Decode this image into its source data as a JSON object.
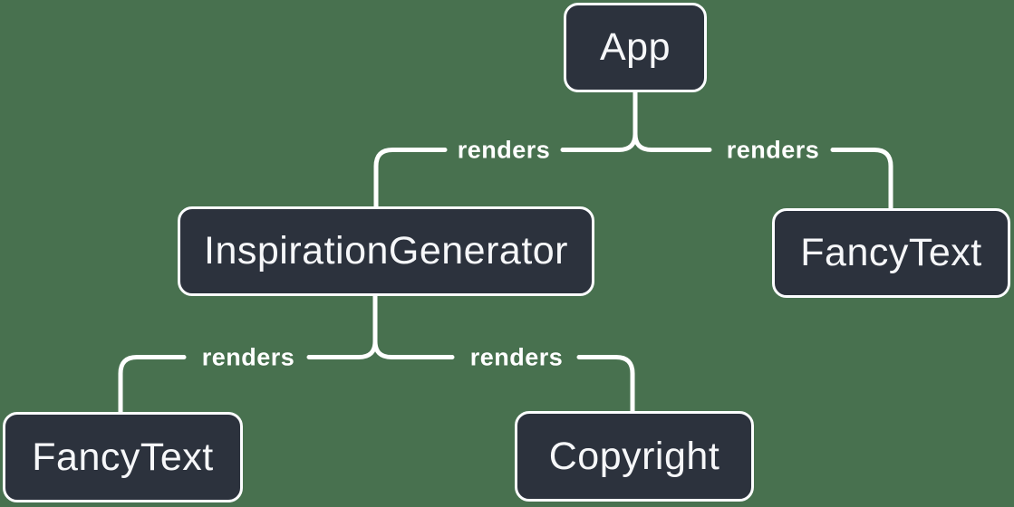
{
  "colors": {
    "background": "#48714F",
    "node_fill": "#2C323D",
    "node_border": "#FCFDFF",
    "wire": "#FFFFFF",
    "node_text": "#F6F7F9",
    "label_text": "#FFFFFF"
  },
  "diagram": {
    "type": "tree",
    "nodes": [
      {
        "id": "app",
        "label": "App"
      },
      {
        "id": "inspiration-generator",
        "label": "InspirationGenerator"
      },
      {
        "id": "fancy-text-top",
        "label": "FancyText"
      },
      {
        "id": "fancy-text-bottom",
        "label": "FancyText"
      },
      {
        "id": "copyright",
        "label": "Copyright"
      }
    ],
    "edges": [
      {
        "from": "App",
        "to": "InspirationGenerator",
        "label": "renders"
      },
      {
        "from": "App",
        "to": "FancyText",
        "label": "renders"
      },
      {
        "from": "InspirationGenerator",
        "to": "FancyText",
        "label": "renders"
      },
      {
        "from": "InspirationGenerator",
        "to": "Copyright",
        "label": "renders"
      }
    ]
  }
}
